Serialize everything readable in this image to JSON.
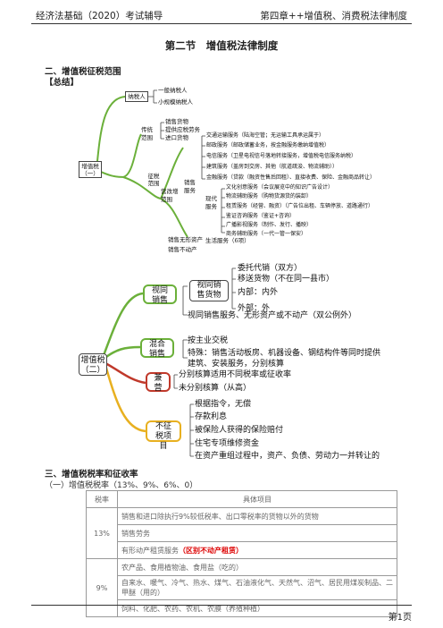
{
  "header": {
    "left": "经济法基础（2020）考试辅导",
    "right": "第四章++增值税、消费税法律制度"
  },
  "title": "第二节　增值税法律制度",
  "section2": {
    "heading": "二、增值税征税范围",
    "tag": "【总结】"
  },
  "map1": {
    "root": "增值税（一）",
    "taxpayer": "纳税人",
    "taxpayer_children": [
      "一般纳税人",
      "小规模纳税人"
    ],
    "scope": "征税范围",
    "traditional": "传统范围",
    "traditional_children": [
      "销售货物",
      "提供应税劳务",
      "进口货物"
    ],
    "vat_reform": "营改增范围",
    "sales_services": "销售服务",
    "services": [
      "交通运输服务（陆海空管；无运输工具承运属于）",
      "邮政服务（邮政储蓄业务，按金融服务缴纳增值税）",
      "电信服务（卫星电视信号落地转接服务，增值税电信服务纳税）",
      "建筑服务（盖房到交房、其他（航道疏浚、物流辅助））",
      "金融服务（贷款（融资性售后回租）、直接收费、保险、金融商品转让）"
    ],
    "modern": "现代服务",
    "modern_children": [
      "文化创意服务（会议展览中的知识广告设计）",
      "物流辅助服务（购物货源货的装卸）",
      "租赁服务（经营、融资）（广告位出租、车辆停放、道路通行）",
      "鉴证咨询服务（鉴证+咨询）",
      "广播影视服务（制作、发行、播映）",
      "商务辅助服务（一代一管一保安）"
    ],
    "life": "生活服务（6项）",
    "intangible": "销售无形资产",
    "realestate": "销售不动产"
  },
  "map2": {
    "root": "增值税（二）",
    "deemed": "视同销售",
    "deemed_goods": "视同销售货物",
    "deemed_goods_children": [
      "委托代销（双方）",
      "移送货物（不在同一县市）",
      "内部：内外",
      "外部：外"
    ],
    "deemed_services": "视同销售服务、无形资产或不动产（双公例外）",
    "mixed": "混合销售",
    "mixed_children": [
      "按主业交税",
      "特殊：销售活动板房、机器设备、钢结构件等同时提供建筑、安装服务，分别核算"
    ],
    "concurrent": "兼营",
    "concurrent_children": [
      "分别核算适用不同税率或征收率",
      "未分别核算（从高）"
    ],
    "nontax": "不征税项目",
    "nontax_children": [
      "根据指令，无偿",
      "存款利息",
      "被保险人获得的保险赔付",
      "住宅专项维修资金",
      "在资产重组过程中，资产、负债、劳动力一并转让的"
    ]
  },
  "section3": {
    "heading": "三、增值税税率和征收率",
    "sub": "（一）增值税税率（13%、9%、6%、0）"
  },
  "rate_table": {
    "headers": [
      "税率",
      "具体项目"
    ],
    "groups": [
      {
        "rate": "13%",
        "items": [
          "销售和进口除执行9%较低税率、出口零税率的货物以外的货物",
          "销售劳务",
          "有形动产租赁服务（区别不动产租赁）"
        ]
      },
      {
        "rate": "9%",
        "items": [
          "农产品、食用植物油、食用盐（吃的）",
          "自来水、暖气、冷气、热水、煤气、石油液化气、天然气、沼气、居民用煤炭制品、二甲醚（用的）",
          "饲料、化肥、农药、农机、农膜（养殖种植）"
        ]
      }
    ],
    "highlight_prefix": "有形动产租赁服务",
    "highlight": "（区别不动产租赁）"
  },
  "footer": {
    "page": "第1页"
  },
  "colors": {
    "branch_green": "#6bb03a",
    "branch_red": "#c0392b",
    "branch_yellow": "#e8b020",
    "highlight": "#dd0000"
  }
}
